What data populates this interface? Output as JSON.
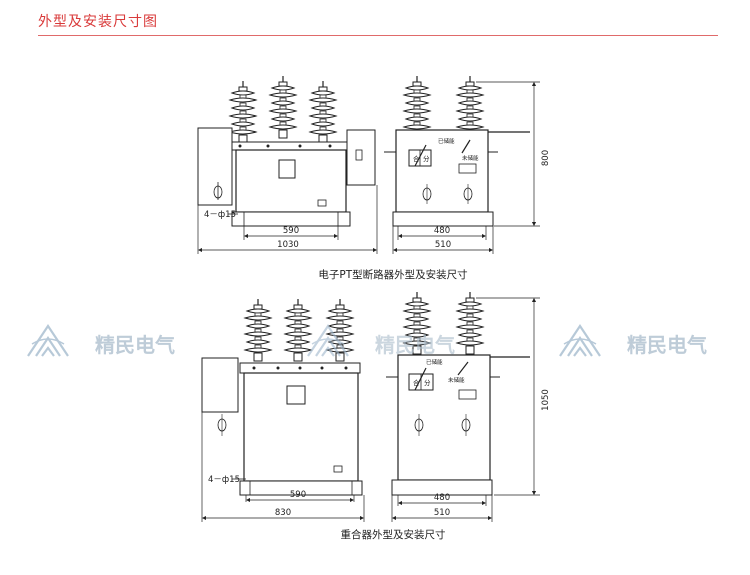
{
  "header": {
    "title": "外型及安装尺寸图",
    "accent_color": "#d93a3a"
  },
  "watermark": {
    "text": "精民电气",
    "icon": "mountain-logo-icon"
  },
  "figure1": {
    "caption": "电子PT型断路器外型及安装尺寸",
    "front": {
      "dim_inner": "590",
      "dim_outer": "1030",
      "hole_label": "4－ф15"
    },
    "side": {
      "dim_inner": "480",
      "dim_outer": "510",
      "dim_height": "800",
      "label_stored": "已储能",
      "label_unstored": "未储能",
      "label_split": "分",
      "label_combine": "合"
    }
  },
  "figure2": {
    "caption": "重合器外型及安装尺寸",
    "front": {
      "dim_inner": "590",
      "dim_outer": "830",
      "hole_label": "4－ф15"
    },
    "side": {
      "dim_inner": "480",
      "dim_outer": "510",
      "dim_height": "1050",
      "label_stored": "已储能",
      "label_unstored": "未储能",
      "label_split": "分",
      "label_combine": "合"
    }
  }
}
